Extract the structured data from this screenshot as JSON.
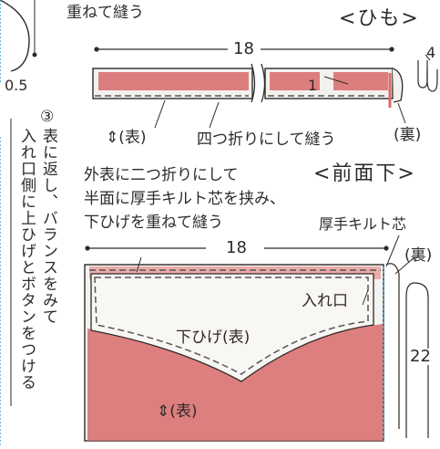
{
  "colors": {
    "fabric_red": "#d86a6a",
    "fabric_red_light": "#e99a98",
    "lining_white": "#f4f3ef",
    "stitch": "#555555",
    "ink": "#2e2a28",
    "edge_blue": "#4aa3d6"
  },
  "top_partial": {
    "caption": "重ねて縫う",
    "dim_05": "0.5"
  },
  "himo": {
    "title": "<ひも>",
    "dim_length": "18",
    "dim_height": "4",
    "dim_fold": "1",
    "label_front": "(表)",
    "front_icon": "flip-arrows-icon",
    "instruction": "四つ折りにして縫う",
    "label_back": "(裏)"
  },
  "step3": {
    "number": "③",
    "columns": [
      "表に返し、バランスをみて",
      "入れ口側に上ひげとボタンをつける"
    ]
  },
  "zenmen_shita": {
    "title": "<前面下>",
    "instruction_lines": [
      "外表に二つ折りにして",
      "半面に厚手キルト芯を挟み、",
      "下ひげを重ねて縫う"
    ],
    "label_quilt": "厚手キルト芯",
    "label_back": "(裏)",
    "dim_width": "18",
    "dim_height": "22",
    "label_opening": "入れ口",
    "label_flap": "下ひげ(表)",
    "label_front": "(表)",
    "front_icon": "flip-arrows-icon"
  }
}
